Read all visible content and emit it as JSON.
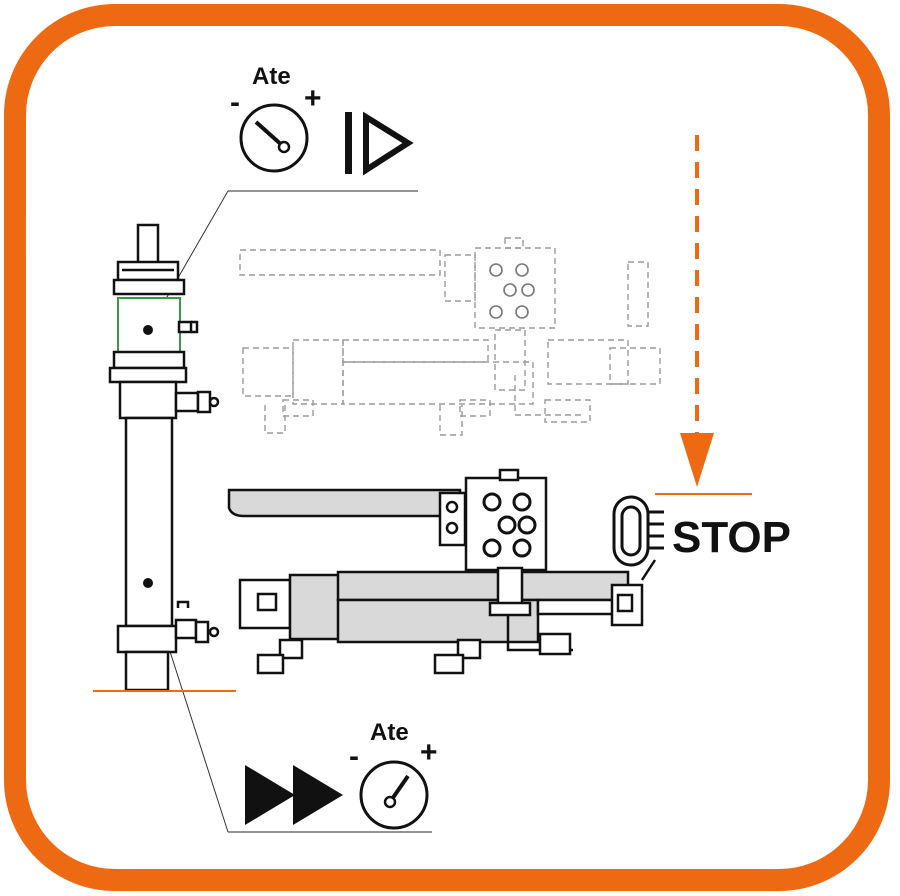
{
  "colors": {
    "frame": "#EE6A12",
    "stroke": "#111111",
    "ghost": "#9a9a9a",
    "body_fill": "#d9d9d9",
    "highlight": "#3a9a4a"
  },
  "top_indicator": {
    "label": "Ate",
    "minus": "-",
    "plus": "+",
    "gauge_icon": "gauge-low-icon",
    "mode_icon": "bar-play-icon"
  },
  "bottom_indicator": {
    "label": "Ate",
    "minus": "-",
    "plus": "+",
    "gauge_icon": "gauge-high-icon",
    "mode_icon": "fast-forward-icon"
  },
  "stop_label": "STOP",
  "icons": [
    "stop-sensor-icon",
    "down-arrow-icon",
    "pressure-gauge-icon"
  ]
}
